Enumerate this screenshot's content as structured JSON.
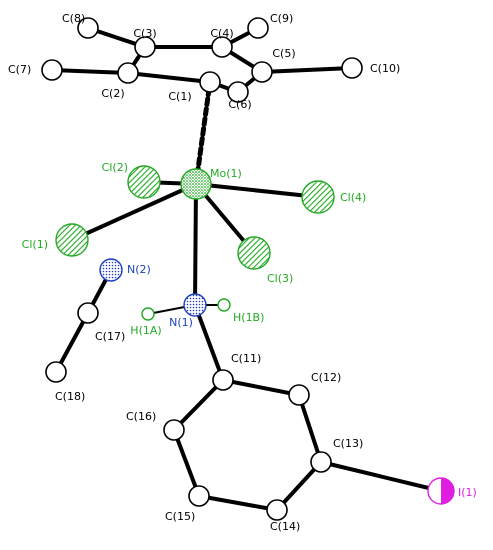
{
  "figure": {
    "atoms": [
      {
        "id": "Mo1",
        "label": "Mo(1)",
        "element": "Mo"
      },
      {
        "id": "Cl1",
        "label": "Cl(1)",
        "element": "Cl"
      },
      {
        "id": "Cl2",
        "label": "Cl(2)",
        "element": "Cl"
      },
      {
        "id": "Cl3",
        "label": "Cl(3)",
        "element": "Cl"
      },
      {
        "id": "Cl4",
        "label": "Cl(4)",
        "element": "Cl"
      },
      {
        "id": "N1",
        "label": "N(1)",
        "element": "N"
      },
      {
        "id": "N2",
        "label": "N(2)",
        "element": "N"
      },
      {
        "id": "H1A",
        "label": "H(1A)",
        "element": "H"
      },
      {
        "id": "H1B",
        "label": "H(1B)",
        "element": "H"
      },
      {
        "id": "I1",
        "label": "I(1)",
        "element": "I"
      },
      {
        "id": "C1",
        "label": "C(1)",
        "element": "C"
      },
      {
        "id": "C2",
        "label": "C(2)",
        "element": "C"
      },
      {
        "id": "C3",
        "label": "C(3)",
        "element": "C"
      },
      {
        "id": "C4",
        "label": "C(4)",
        "element": "C"
      },
      {
        "id": "C5",
        "label": "C(5)",
        "element": "C"
      },
      {
        "id": "C6",
        "label": "C(6)",
        "element": "C"
      },
      {
        "id": "C7",
        "label": "C(7)",
        "element": "C"
      },
      {
        "id": "C8",
        "label": "C(8)",
        "element": "C"
      },
      {
        "id": "C9",
        "label": "C(9)",
        "element": "C"
      },
      {
        "id": "C10",
        "label": "C(10)",
        "element": "C"
      },
      {
        "id": "C11",
        "label": "C(11)",
        "element": "C"
      },
      {
        "id": "C12",
        "label": "C(12)",
        "element": "C"
      },
      {
        "id": "C13",
        "label": "C(13)",
        "element": "C"
      },
      {
        "id": "C14",
        "label": "C(14)",
        "element": "C"
      },
      {
        "id": "C15",
        "label": "C(15)",
        "element": "C"
      },
      {
        "id": "C16",
        "label": "C(16)",
        "element": "C"
      },
      {
        "id": "C17",
        "label": "C(17)",
        "element": "C"
      },
      {
        "id": "C18",
        "label": "C(18)",
        "element": "C"
      }
    ],
    "bonds": [
      [
        "Mo1",
        "Cl1"
      ],
      [
        "Mo1",
        "Cl2"
      ],
      [
        "Mo1",
        "Cl3"
      ],
      [
        "Mo1",
        "Cl4"
      ],
      [
        "Mo1",
        "N1"
      ],
      [
        "N1",
        "C11"
      ],
      [
        "N1",
        "H1A"
      ],
      [
        "N1",
        "H1B"
      ],
      [
        "C11",
        "C12"
      ],
      [
        "C12",
        "C13"
      ],
      [
        "C13",
        "C14"
      ],
      [
        "C14",
        "C15"
      ],
      [
        "C15",
        "C16"
      ],
      [
        "C16",
        "C11"
      ],
      [
        "C13",
        "I1"
      ],
      [
        "N2",
        "C17"
      ],
      [
        "C17",
        "C18"
      ],
      [
        "C1",
        "C2"
      ],
      [
        "C2",
        "C3"
      ],
      [
        "C3",
        "C4"
      ],
      [
        "C4",
        "C5"
      ],
      [
        "C5",
        "C6"
      ],
      [
        "C6",
        "C1"
      ],
      [
        "C2",
        "C7"
      ],
      [
        "C3",
        "C8"
      ],
      [
        "C4",
        "C9"
      ],
      [
        "C5",
        "C10"
      ]
    ],
    "dashed_bonds": [
      [
        "Mo1",
        "C1"
      ]
    ],
    "colors": {
      "carbon": "#ffffff",
      "chlorine": "#22aa22",
      "molybdenum": "#22aa22",
      "nitrogen": "#1f3fbf",
      "hydrogen": "#22aa22",
      "iodine": "#e01ee0",
      "bond": "#000000"
    }
  }
}
